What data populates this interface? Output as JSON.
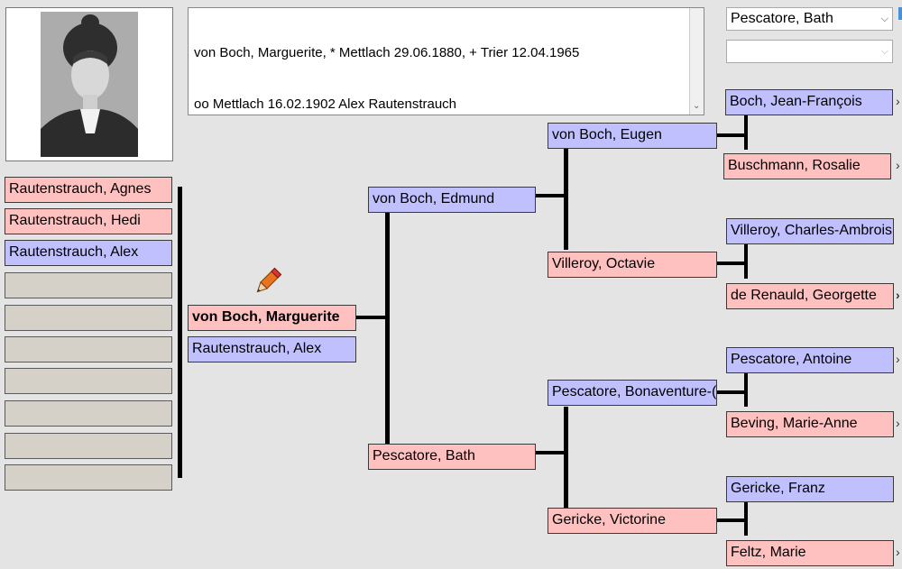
{
  "notes": {
    "line1": "von Boch, Marguerite, * Mettlach 29.06.1880, + Trier 12.04.1965",
    "line2": "oo Mettlach 16.02.1902 Alex Rautenstrauch"
  },
  "selects": {
    "top_value": "Pescatore, Bath",
    "second_value": ""
  },
  "children": [
    {
      "name": "Rautenstrauch, Agnes"
    },
    {
      "name": "Rautenstrauch, Hedi"
    },
    {
      "name": "Rautenstrauch, Alex"
    }
  ],
  "person": {
    "name": "von Boch, Marguerite"
  },
  "spouse": {
    "name": "Rautenstrauch, Alex"
  },
  "parents": {
    "father": "von Boch, Edmund",
    "mother": "Pescatore, Bath"
  },
  "grandparents": {
    "ff": "von Boch, Eugen",
    "fm": "Villeroy, Octavie",
    "mf": "Pescatore, Bonaventure-(",
    "mm": "Gericke, Victorine"
  },
  "great_grandparents": {
    "fff": "Boch, Jean-François",
    "ffm": "Buschmann, Rosalie",
    "fmf": "Villeroy, Charles-Ambrois",
    "fmm": "de Renauld, Georgette",
    "mff": "Pescatore, Antoine",
    "mfm": "Beving, Marie-Anne",
    "mmf": "Gericke, Franz",
    "mmm": "Feltz, Marie"
  },
  "colors": {
    "male": "#c0c0ff",
    "female": "#ffc0c0",
    "empty": "#d5d1c9"
  },
  "icons": {
    "edit": "pencil-icon",
    "dropdown": "chevron-down-icon"
  }
}
